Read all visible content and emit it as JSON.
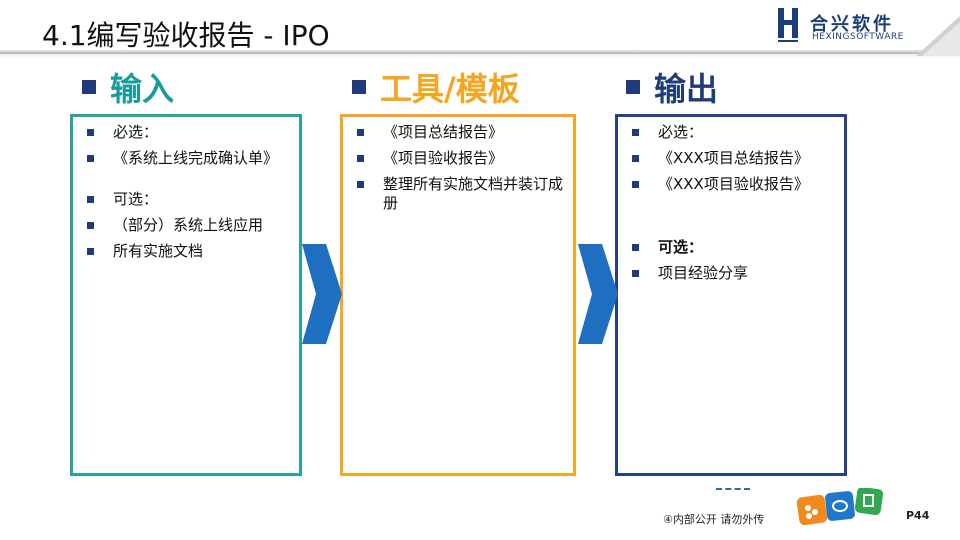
{
  "header": {
    "title": "4.1编写验收报告 - IPO",
    "logo_cn": "合兴软件",
    "logo_en": "HEXINGSOFTWARE"
  },
  "columns": [
    {
      "heading": "输入",
      "items": [
        "必选：",
        "《系统上线完成确认单》",
        "可选：",
        "（部分）系统上线应用",
        "所有实施文档"
      ]
    },
    {
      "heading": "工具/模板",
      "items": [
        "《项目总结报告》",
        "《项目验收报告》",
        "整理所有实施文档并装订成册"
      ]
    },
    {
      "heading": "输出",
      "items": [
        "必选：",
        "《XXX项目总结报告》",
        "《XXX项目验收报告》",
        "可选：",
        "项目经验分享"
      ]
    }
  ],
  "footer": {
    "note": "④内部公开 请勿外传",
    "page": "P44"
  },
  "colors": {
    "input": "#2aa39e",
    "tool": "#f5a623",
    "output": "#27408b",
    "arrow": "#1f6fc0"
  }
}
